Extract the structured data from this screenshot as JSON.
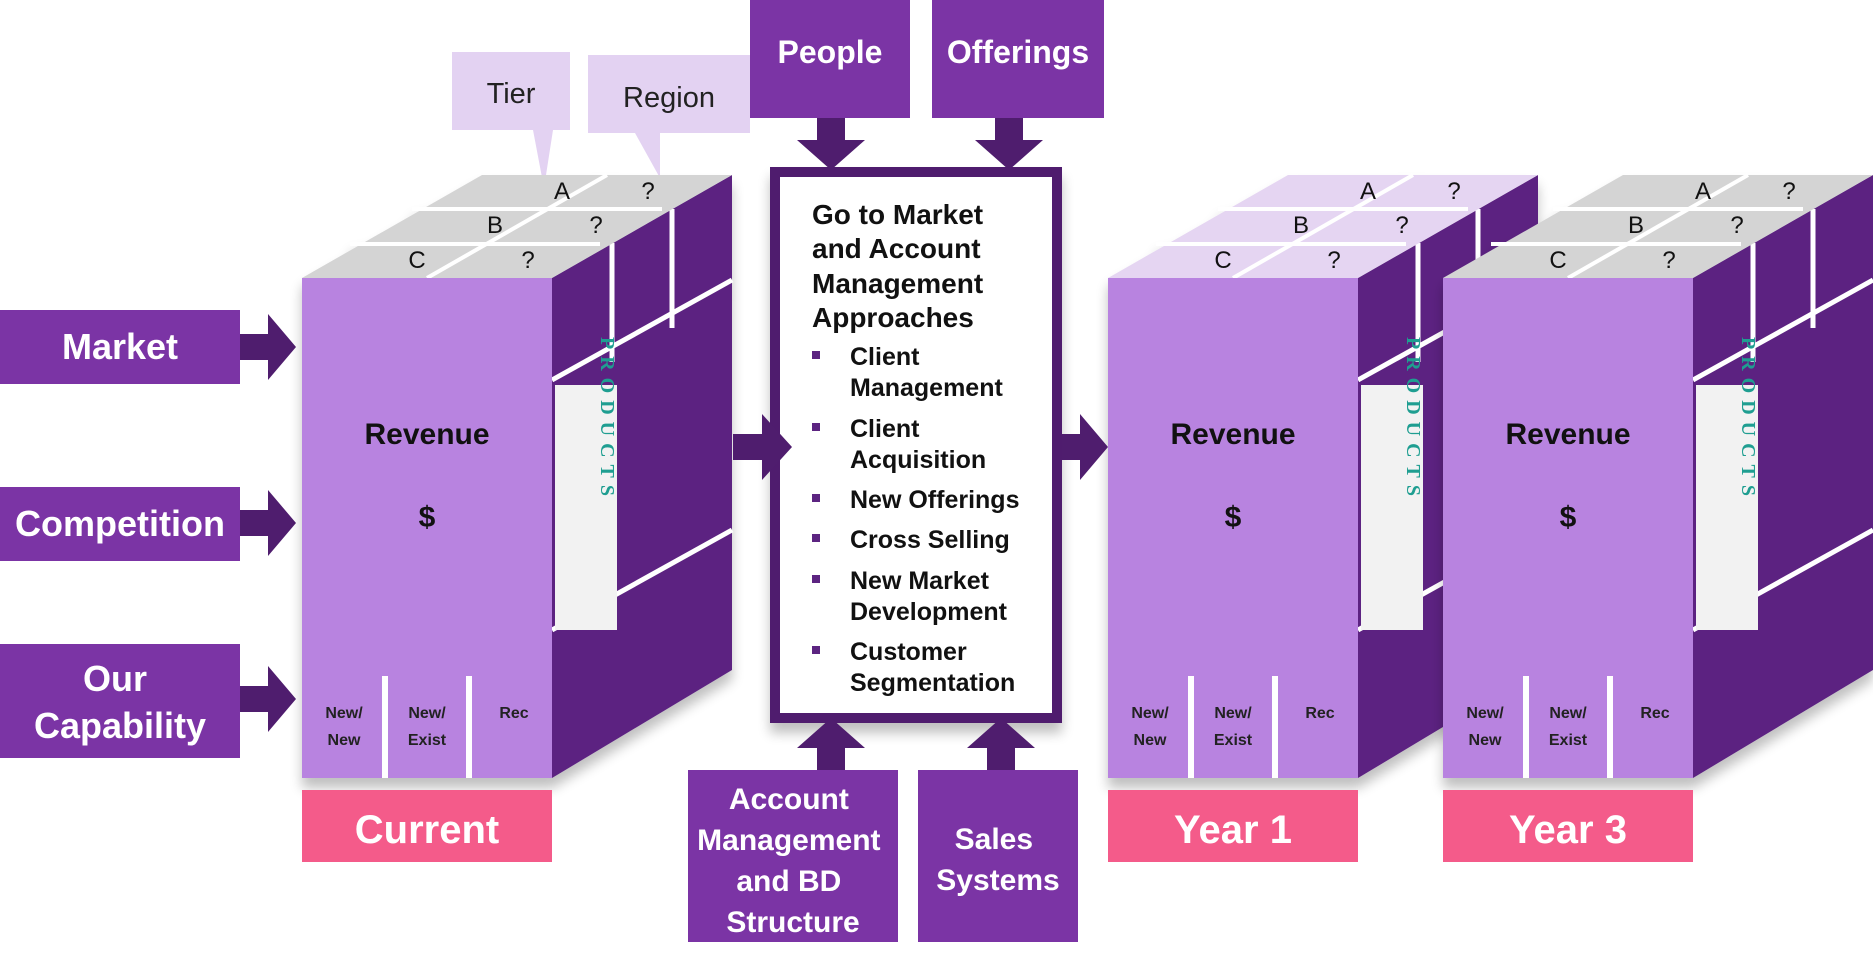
{
  "inputs": [
    {
      "id": "market",
      "lines": [
        "Market"
      ]
    },
    {
      "id": "competition",
      "lines": [
        "Competition"
      ]
    },
    {
      "id": "capability",
      "lines": [
        "Our",
        "Capability"
      ]
    }
  ],
  "callouts": [
    "Tier",
    "Region"
  ],
  "top_boxes": [
    "People",
    "Offerings"
  ],
  "bottom_boxes": [
    {
      "id": "account",
      "lines": [
        "Account",
        "Management",
        "and BD",
        "Structure"
      ]
    },
    {
      "id": "sales",
      "lines": [
        "Sales",
        "Systems"
      ]
    }
  ],
  "center": {
    "title_lines": [
      "Go to Market",
      "and Account",
      "Management",
      "Approaches"
    ],
    "bullets": [
      [
        "Client",
        "Management"
      ],
      [
        "Client",
        "Acquisition"
      ],
      [
        "New Offerings"
      ],
      [
        "Cross Selling"
      ],
      [
        "New Market",
        "Development"
      ],
      [
        "Customer",
        "Segmentation"
      ]
    ]
  },
  "cubes": [
    {
      "id": "current",
      "label": "Current"
    },
    {
      "id": "year1",
      "label": "Year 1"
    },
    {
      "id": "year3",
      "label": "Year 3"
    }
  ],
  "cube_text": {
    "revenue": "Revenue",
    "dollar": "$",
    "products": "PRODUCTS",
    "tiers": [
      "C",
      "B",
      "A"
    ],
    "question": "?",
    "columns": [
      [
        "New/",
        "New"
      ],
      [
        "New/",
        "Exist"
      ],
      [
        "Rec"
      ]
    ]
  },
  "colors": {
    "input_box": "#7b34a5",
    "arrow": "#4f1d6e",
    "front_face": "#b883e0",
    "side_face": "#5c2481",
    "top_face_grey": "#d4d4d4",
    "top_face_lavender": "#e5d5f2",
    "callout": "#e3d2f2",
    "period_label": "#f45b8a",
    "products_text": "#1f9e91",
    "center_border": "#4f1d6e"
  }
}
